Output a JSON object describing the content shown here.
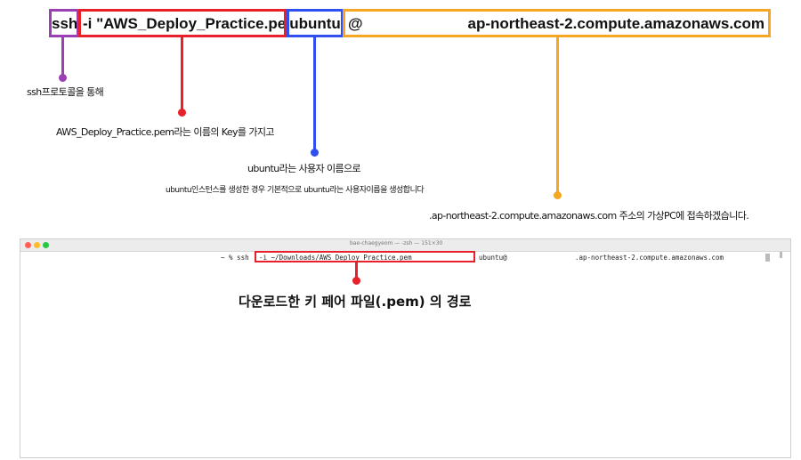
{
  "command": {
    "ssh": "ssh",
    "key": "-i \"AWS_Deploy_Practice.pem\"",
    "user": "ubuntu",
    "at": "@",
    "host": "ap-northeast-2.compute.amazonaws.com"
  },
  "annotations": {
    "ssh": "ssh프로토콜을 통해",
    "key": "AWS_Deploy_Practice.pem라는 이름의 Key를 가지고",
    "user": "ubuntu라는 사용자 이름으로",
    "user_note": "ubuntu인스턴스를 생성한 경우 기본적으로 ubuntu라는 사용자이름을 생성합니다",
    "host": ".ap-northeast-2.compute.amazonaws.com 주소의 가상PC에 접속하겠습니다."
  },
  "colors": {
    "ssh": "#9b3fb5",
    "key": "#e8202a",
    "user": "#2f4ff0",
    "host": "#f5a623"
  },
  "terminal": {
    "title": "bae-chaegyeom — -zsh — 151×30",
    "prompt": "~ % ssh",
    "key_arg": "-i ~/Downloads/AWS_Deploy_Practice.pem",
    "user_at": "ubuntu@",
    "host": ".ap-northeast-2.compute.amazonaws.com",
    "path_annotation": "다운로드한 키 페어 파일(.pem) 의 경로"
  }
}
